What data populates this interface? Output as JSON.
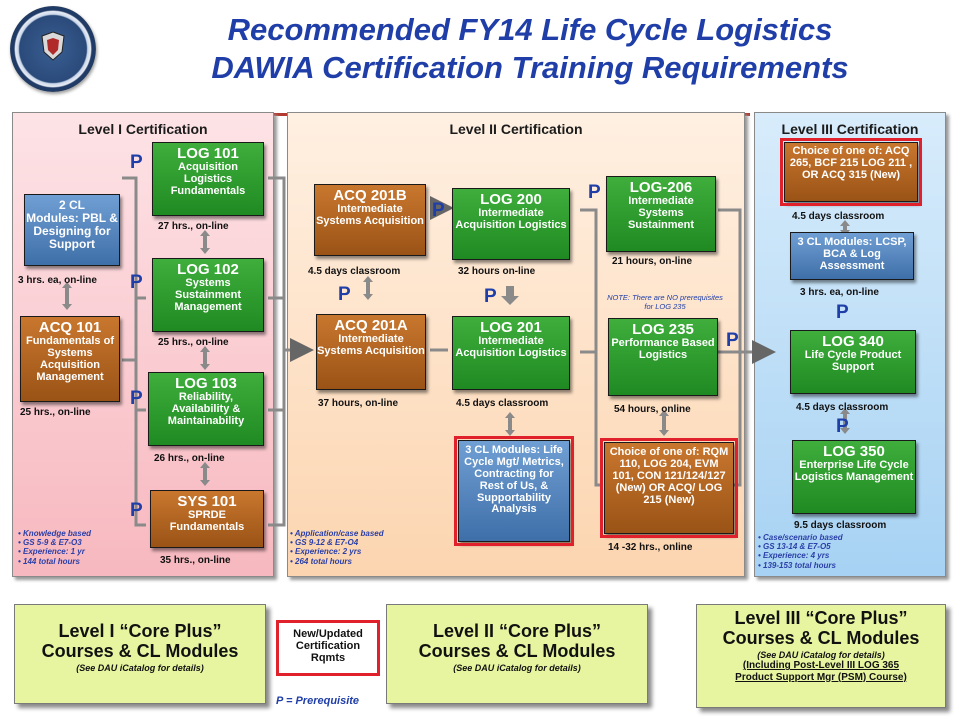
{
  "title": {
    "line1": "Recommended FY14 Life Cycle Logistics",
    "line2": "DAWIA Certification Training Requirements"
  },
  "icons": {
    "seal": "department-of-defense-seal-icon"
  },
  "colors": {
    "title": "#1f3ea8",
    "course_green": "#2f9d30",
    "course_brown": "#b0621f",
    "module_blue": "#5585bf",
    "new_outline": "#e0202a"
  },
  "prerequisite_marker": "P",
  "level1": {
    "title": "Level I  Certification",
    "cl_modules": {
      "code": "2 CL",
      "desc": "Modules: PBL & Designing for Support",
      "caption": "3 hrs. ea, on-line"
    },
    "acq101": {
      "code": "ACQ 101",
      "desc": "Fundamentals of Systems Acquisition Management",
      "caption": "25  hrs., on-line"
    },
    "log101": {
      "code": "LOG 101",
      "desc": "Acquisition Logistics Fundamentals",
      "caption": "27  hrs., on-line"
    },
    "log102": {
      "code": "LOG 102",
      "desc": "Systems Sustainment Management",
      "caption": "25  hrs., on-line"
    },
    "log103": {
      "code": "LOG 103",
      "desc": "Reliability, Availability & Maintainability",
      "caption": "26  hrs., on-line"
    },
    "sys101": {
      "code": "SYS 101",
      "desc": "SPRDE Fundamentals",
      "caption": "35 hrs., on-line"
    },
    "bullets": [
      "• Knowledge based",
      "• GS 5-9  &  E7-O3",
      "• Experience: 1 yr",
      "• 144 total hours"
    ]
  },
  "level2": {
    "title": "Level II Certification",
    "acq201b": {
      "code": "ACQ 201B",
      "desc": "Intermediate Systems Acquisition",
      "caption": "4.5 days classroom"
    },
    "acq201a": {
      "code": "ACQ 201A",
      "desc": "Intermediate Systems Acquisition",
      "caption": "37 hours, on-line"
    },
    "log200": {
      "code": "LOG 200",
      "desc": "Intermediate Acquisition Logistics",
      "caption": "32 hours on-line"
    },
    "log201": {
      "code": "LOG 201",
      "desc": "Intermediate Acquisition Logistics",
      "caption": "4.5 days classroom"
    },
    "cl_modules": {
      "text": "3 CL Modules: Life Cycle Mgt/ Metrics, Contracting for Rest of Us, & Supportability Analysis"
    },
    "log206": {
      "code": "LOG-206",
      "desc": "Intermediate Systems Sustainment",
      "caption": "21 hours, on-line"
    },
    "note": "NOTE: There are NO prerequisites for LOG 235",
    "log235": {
      "code": "LOG 235",
      "desc": "Performance Based Logistics",
      "caption": "54 hours, online"
    },
    "choice": {
      "text": "Choice of one of: RQM 110, LOG 204, EVM 101, CON 121/124/127 (New) OR ACQ/ LOG 215 (New)",
      "caption": "14 -32 hrs., online"
    },
    "bullets": [
      "• Application/case based",
      "• GS 9-12 & E7-O4",
      "• Experience: 2 yrs",
      "• 264 total hours"
    ]
  },
  "level3": {
    "title": "Level III Certification",
    "choice": {
      "text": "Choice of one of: ACQ 265, BCF 215 LOG 211 , OR ACQ 315 (New)",
      "caption": "4.5 days classroom"
    },
    "cl_modules": {
      "text": "3 CL Modules: LCSP, BCA & Log Assessment",
      "caption": "3 hrs. ea, on-line"
    },
    "log340": {
      "code": "LOG 340",
      "desc": "Life Cycle Product Support",
      "caption": "4.5 days classroom"
    },
    "log350": {
      "code": "LOG 350",
      "desc": "Enterprise Life Cycle Logistics Management",
      "caption": "9.5 days classroom"
    },
    "bullets": [
      "• Case/scenario based",
      "• GS 13-14 &  E7-O5",
      "• Experience: 4 yrs",
      "• 139-153 total hours"
    ]
  },
  "core": {
    "l1": {
      "h1": "Level I “Core Plus”",
      "h2": "Courses & CL Modules",
      "sub": "(See DAU iCatalog for details)"
    },
    "l2": {
      "h1": "Level II “Core Plus”",
      "h2": "Courses & CL Modules",
      "sub": "(See DAU iCatalog for details)"
    },
    "l3": {
      "h1": "Level III “Core Plus”",
      "h2": "Courses & CL Modules",
      "sub": "(See DAU iCatalog for details)",
      "extra1": "(Including Post-Level  III LOG 365",
      "extra2": "Product Support Mgr (PSM) Course)"
    }
  },
  "legend": {
    "text1": "New/Updated",
    "text2": "Certification",
    "text3": "Rqmts"
  },
  "p_note": "P = Prerequisite"
}
